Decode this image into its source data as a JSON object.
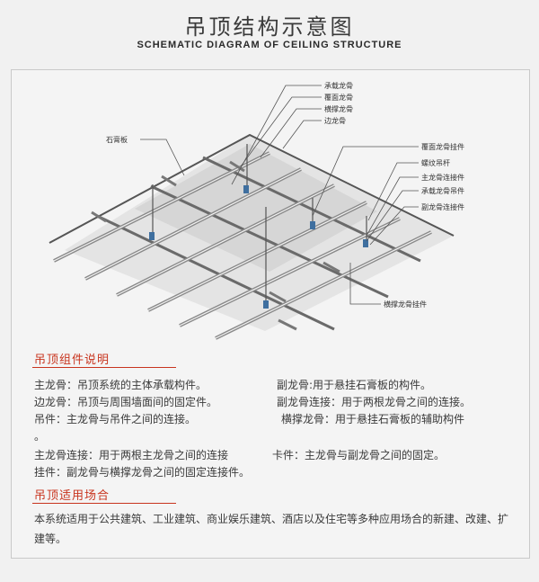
{
  "header": {
    "title": "吊顶结构示意图",
    "subtitle": "SCHEMATIC DIAGRAM OF CEILING STRUCTURE"
  },
  "diagram": {
    "labels": {
      "chengzai": "承载龙骨",
      "fumian": "覆面龙骨",
      "hengcheng": "横撑龙骨",
      "bian": "边龙骨",
      "shigaoban": "石膏板",
      "fumian_guajian": "覆面龙骨挂件",
      "luowen": "螺纹吊杆",
      "zhu_lianjie": "主龙骨连接件",
      "chengzai_diaojian": "承载龙骨吊件",
      "fu_lianjie": "副龙骨连接件",
      "hengcheng_guajian": "横撑龙骨挂件"
    }
  },
  "components": {
    "heading": "吊顶组件说明",
    "lines": [
      "主龙骨：吊顶系统的主体承载构件。",
      "副龙骨:用于悬挂石膏板的构件。",
      "边龙骨：吊顶与周围墙面间的固定件。",
      "副龙骨连接：用于两根龙骨之间的连接。",
      "吊件：主龙骨与吊件之间的连接。",
      "横撑龙骨：用于悬挂石膏板的辅助构件",
      "。",
      "主龙骨连接：用于两根主龙骨之间的连接",
      "卡件：主龙骨与副龙骨之间的固定。",
      "挂件：副龙骨与横撑龙骨之间的固定连接件。"
    ]
  },
  "usage": {
    "heading": "吊顶适用场合",
    "text": "本系统适用于公共建筑、工业建筑、商业娱乐建筑、酒店以及住宅等多种应用场合的新建、改建、扩建等。"
  }
}
